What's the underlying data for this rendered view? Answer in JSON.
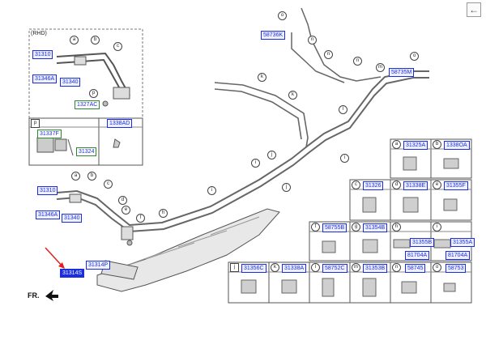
{
  "rhd_label": "(RHD)",
  "front_label": "FR.",
  "back_icon": "arrow-left-icon",
  "colors": {
    "label_blue": "#1a2ee0",
    "highlight": "#1a2ee0",
    "arrow_red": "#e02020",
    "green": "#2a8a2a"
  },
  "parts": {
    "p31310_rhd": "31310",
    "p31346a_rhd": "31346A",
    "p31340_rhd": "31340",
    "p1327ac": "1327AC",
    "p31337f": "31337F",
    "p31324": "31324",
    "p1338ad": "1338AD",
    "p58736k": "58736K",
    "p58735m": "58735M",
    "p31310": "31310",
    "p31346a": "31346A",
    "p31340": "31340",
    "p31314p": "31314P",
    "p31314s": "31314S",
    "p31325a": "31325A",
    "p1338oa": "1338OA",
    "p31326": "31326",
    "p31338e": "31338E",
    "p31355f": "31355F",
    "p58755b": "58755B",
    "p31354b": "31354B",
    "p31355b": "31355B",
    "p81704a_h": "81704A",
    "p31355a": "31355A",
    "p81704a_i": "81704A",
    "p31356c": "31356C",
    "p31338a": "31338A",
    "p58752c": "58752C",
    "p31353b": "31353B",
    "p58745": "58745",
    "p58753": "58753"
  },
  "letters": {
    "a": "a",
    "b": "b",
    "c": "c",
    "d": "d",
    "e": "e",
    "f": "f",
    "g": "g",
    "h": "h",
    "i": "i",
    "j": "j",
    "k": "k",
    "l": "l",
    "m": "m",
    "n": "n",
    "o": "o",
    "p": "p"
  }
}
